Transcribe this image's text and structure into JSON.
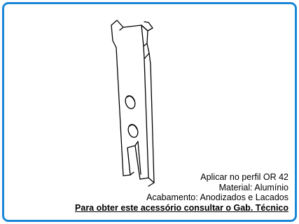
{
  "frame": {
    "border_color": "#1a87d6"
  },
  "drawing": {
    "icon": "aluminium-accessory-part-icon"
  },
  "caption": {
    "line1": "Aplicar no perfil OR 42",
    "line2": "Material: Alumínio",
    "line3": "Acabamento: Anodizados e Lacados",
    "notice": "Para obter este acessório consultar o Gab. Técnico"
  }
}
